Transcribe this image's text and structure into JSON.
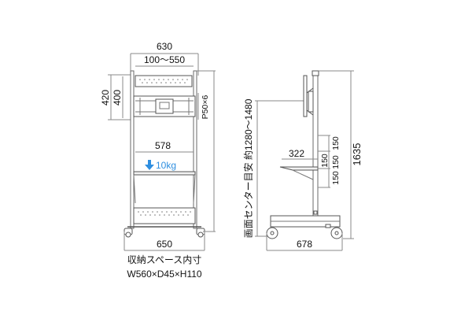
{
  "front_view": {
    "overall_width": "630",
    "mount_range": "100〜550",
    "mount_height_a": "420",
    "mount_height_b": "400",
    "bolt_size": "P50×6",
    "shelf_width": "578",
    "shelf_load": "10kg",
    "base_width": "650",
    "storage_label": "収納スペース内寸",
    "storage_dims": "W560×D45×H110"
  },
  "side_view": {
    "center_height_label": "画面センター目安 約1280〜1480",
    "shelf_depth": "322",
    "pitch_a": "150",
    "pitch_b": "150",
    "pitch_c": "150",
    "pitch_d": "150",
    "total_height": "1635",
    "base_depth": "678"
  },
  "colors": {
    "line": "#555555",
    "dim_line": "#8a8a8a",
    "frame": "#6a6a6a",
    "arrow": "#2f8fe0",
    "shelf_fill": "#f2f2f2"
  }
}
